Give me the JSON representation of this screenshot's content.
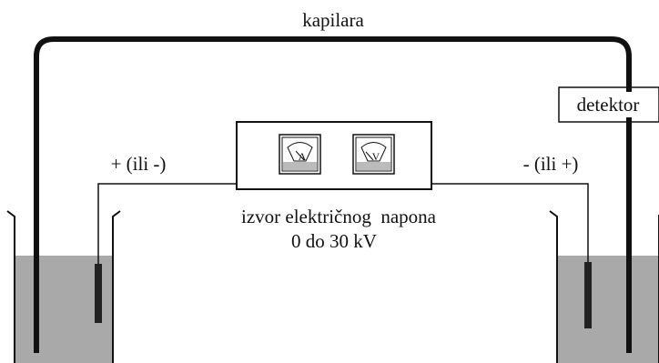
{
  "labels": {
    "capillary": "kapilara",
    "detector": "detektor",
    "left_electrode": "+ (ili -)",
    "right_electrode": "- (ili +)",
    "power_source_line1": "izvor električnog  napona",
    "power_source_line2": "0 do 30 kV"
  },
  "meters": {
    "ammeter": "A",
    "voltmeter": "V"
  },
  "colors": {
    "line": "#111111",
    "buffer_fill": "#a9a9a9",
    "electrode": "#222222"
  }
}
